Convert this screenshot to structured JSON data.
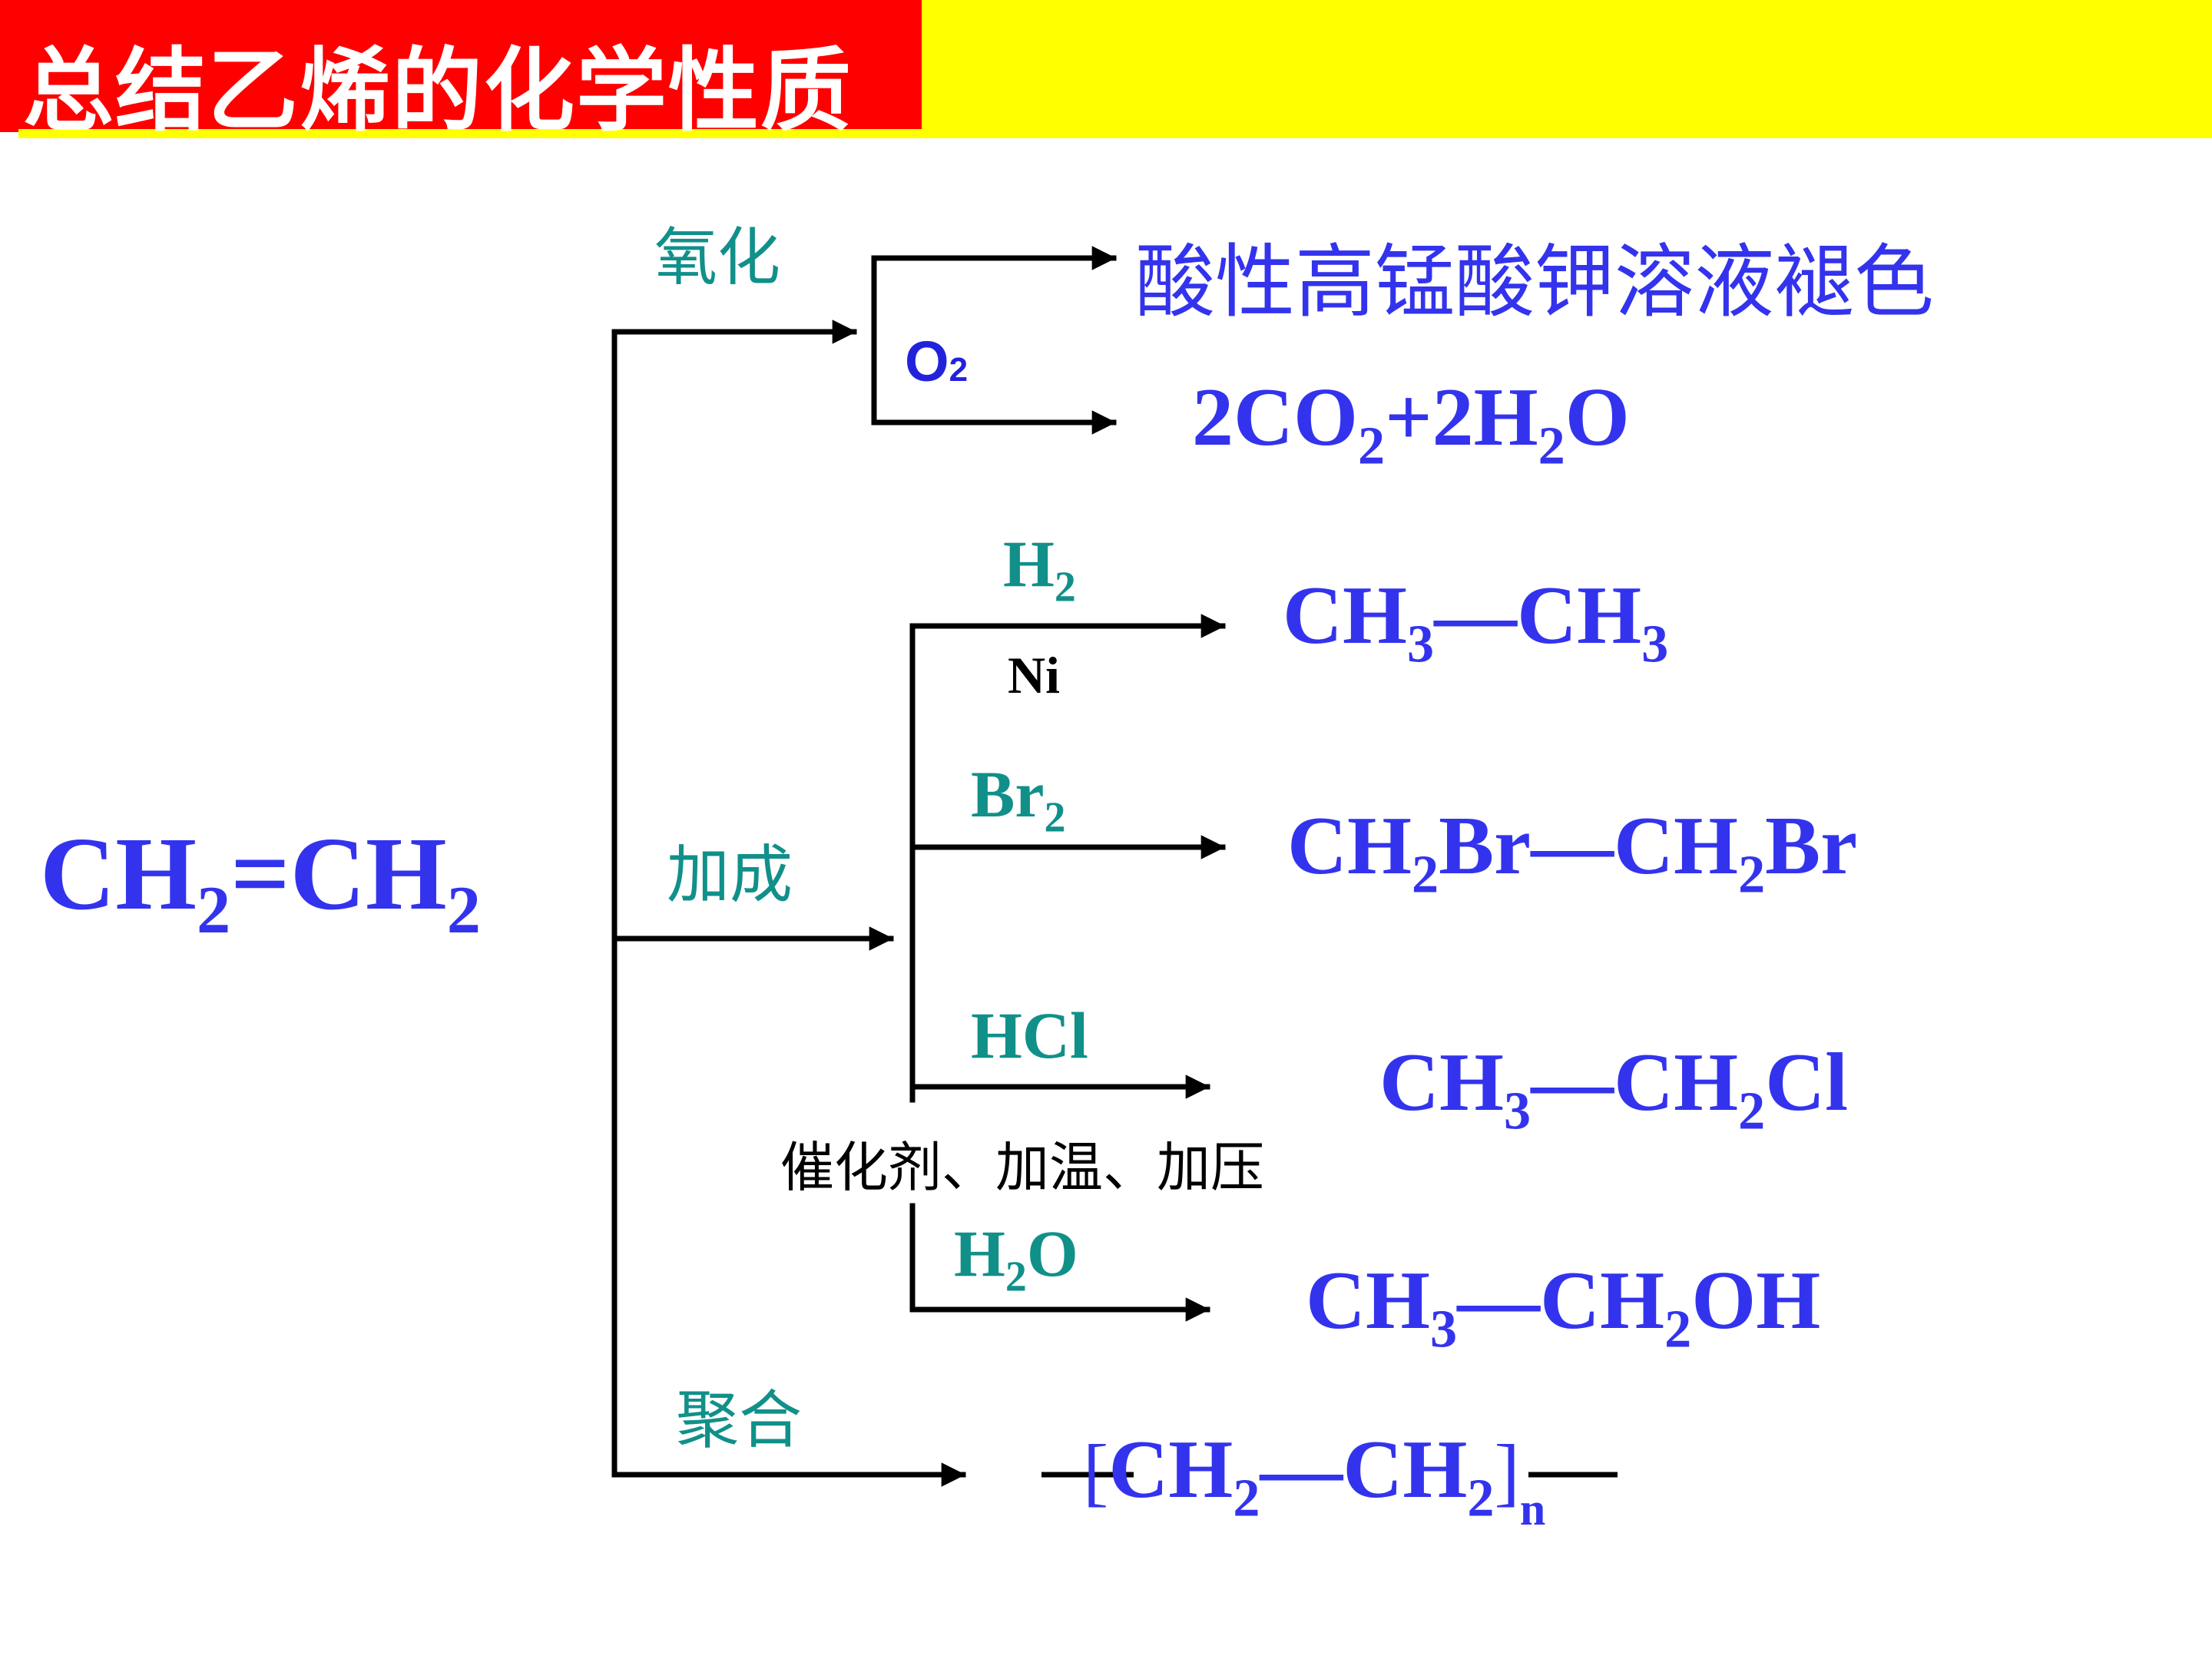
{
  "header": {
    "title": "总结乙烯的化学性质",
    "colors": {
      "red": "#ff0000",
      "yellow": "#ffff00",
      "blue": "#3333ee",
      "teal": "#11908a"
    }
  },
  "reactant": {
    "ch": "CH",
    "sub1": "2",
    "eq": "=CH",
    "sub2": "2"
  },
  "categories": {
    "oxidation": "氧化",
    "addition": "加成",
    "polymerization": "聚合"
  },
  "oxidation": {
    "reagent_o": "O",
    "reagent_sub": "2",
    "product1": "酸性高锰酸钾溶液褪色",
    "product2": {
      "p1": "2CO",
      "s1": "2",
      "p2": "+2H",
      "s2": "2",
      "p3": "O"
    }
  },
  "addition": {
    "h2": {
      "reagent": "H",
      "reagent_sub": "2",
      "condition": "Ni",
      "product": {
        "p1": "CH",
        "s1": "3",
        "p2": "—CH",
        "s2": "3"
      }
    },
    "br2": {
      "reagent": "Br",
      "reagent_sub": "2",
      "product": {
        "p1": "CH",
        "s1": "2",
        "p2": "Br—CH",
        "s2": "2",
        "p3": "Br"
      }
    },
    "hcl": {
      "reagent": "HCl",
      "product": {
        "p1": "CH",
        "s1": "3",
        "p2": "—CH",
        "s2": "2",
        "p3": "Cl"
      }
    },
    "shared_condition": "催化剂、加温、加压",
    "h2o": {
      "reagent_h": "H",
      "reagent_sub": "2",
      "reagent_o": "O",
      "product": {
        "p1": "CH",
        "s1": "3",
        "p2": "—CH",
        "s2": "2",
        "p3": "OH"
      }
    }
  },
  "polymerization": {
    "product": {
      "bracket_l": "[",
      "p1": "CH",
      "s1": "2",
      "p2": "—CH",
      "s2": "2",
      "bracket_r": "]",
      "n": "n"
    }
  }
}
